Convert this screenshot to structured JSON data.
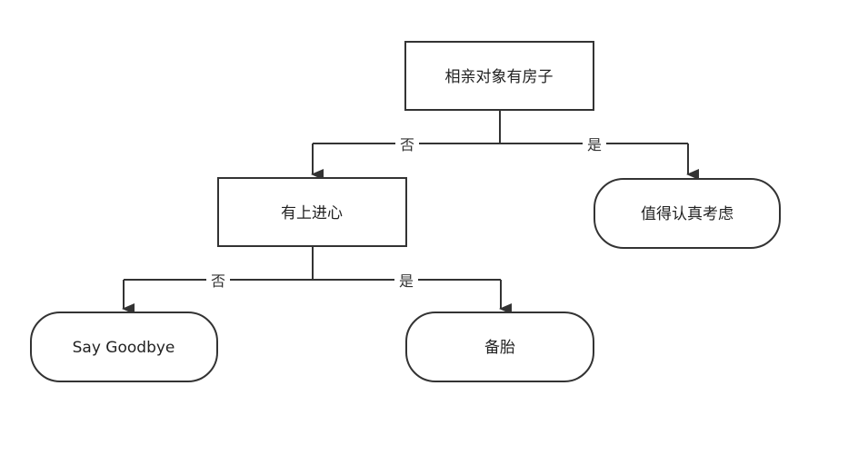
{
  "nodes": {
    "root": "相亲对象有房子",
    "progress": "有上进心",
    "consider": "值得认真考虑",
    "goodbye": "Say Goodbye",
    "backup": "备胎"
  },
  "edges": {
    "root_no": "否",
    "root_yes": "是",
    "progress_no": "否",
    "progress_yes": "是"
  }
}
